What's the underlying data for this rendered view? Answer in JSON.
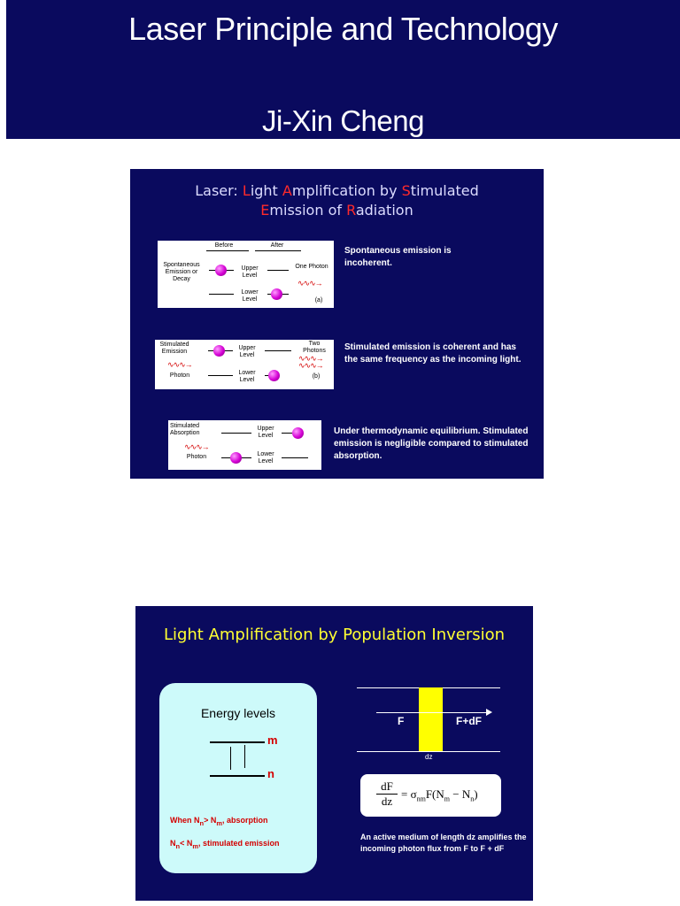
{
  "header": {
    "title": "Laser Principle and Technology",
    "author": "Ji-Xin Cheng"
  },
  "slide1": {
    "title_parts": {
      "laser": "Laser: ",
      "l": "L",
      "ight": "ight ",
      "a": "A",
      "mplification": "mplification by ",
      "s": "S",
      "timulated": "timulated",
      "e": "E",
      "mission": "mission of ",
      "r": "R",
      "adiation": "adiation"
    },
    "panel_a": {
      "before": "Before",
      "after": "After",
      "process": "Spontaneous Emission or Decay",
      "upper": "Upper Level",
      "lower": "Lower Level",
      "photon": "One Photon",
      "tag": "(a)",
      "desc": "Spontaneous emission is incoherent."
    },
    "panel_b": {
      "process": "Stimulated Emission",
      "photon_in": "Photon",
      "upper": "Upper Level",
      "lower": "Lower Level",
      "photons_out": "Two Photons",
      "tag": "(b)",
      "desc": "Stimulated emission is coherent and has the same frequency as the incoming light."
    },
    "panel_c": {
      "process": "Stimulated Absorption",
      "photon_in": "Photon",
      "upper": "Upper Level",
      "lower": "Lower Level",
      "desc": "Under thermodynamic equilibrium. Stimulated emission is negligible compared to stimulated absorption."
    }
  },
  "slide2": {
    "title": "Light Amplification by Population Inversion",
    "energy_title": "Energy levels",
    "level_m": "m",
    "level_n": "n",
    "cond1": "When N",
    "cond1_sub1": "n",
    "cond1_rest": "> N",
    "cond1_sub2": "m",
    "cond1_end": ", absorption",
    "cond2": "N",
    "cond2_sub1": "n",
    "cond2_rest": "< N",
    "cond2_sub2": "m",
    "cond2_end": ", stimulated emission",
    "flux_in": "F",
    "flux_out": "F+dF",
    "dz": "dz",
    "eq_num": "dF",
    "eq_den": "dz",
    "eq_rhs": "= σ",
    "eq_sub": "nm",
    "eq_tail": "F(N",
    "eq_m": "m",
    "eq_minus": " − N",
    "eq_n": "n",
    "eq_close": ")",
    "desc": "An active medium of length dz amplifies the incoming photon flux from F to F + dF"
  },
  "colors": {
    "slide_bg": "#0a0a5e",
    "title_yellow": "#ffff33",
    "accent_red": "#ff2a2a",
    "energy_box": "#cdfafa",
    "gain_yellow": "#ffff00",
    "atom_magenta": "#d400d4"
  }
}
